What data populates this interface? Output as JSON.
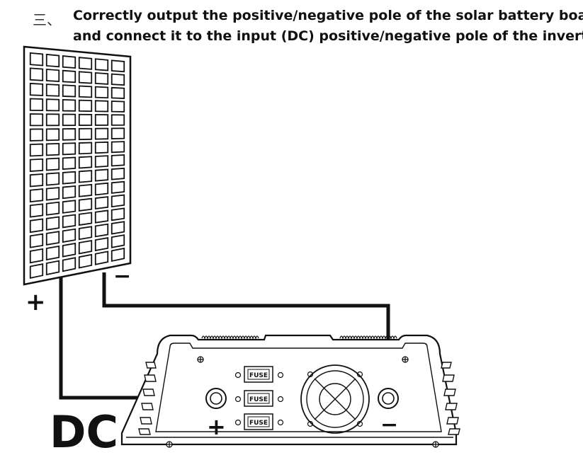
{
  "header": {
    "step_marker": "三、",
    "line1": "Correctly output the positive/negative pole of the solar battery board",
    "line2": "and connect it to the input (DC) positive/negative pole of the inverter"
  },
  "diagram": {
    "panel_plus": "+",
    "panel_minus": "−",
    "dc_label": "DC",
    "inverter_plus": "+",
    "inverter_minus": "−",
    "fuse_labels": [
      "FUSE",
      "FUSE",
      "FUSE"
    ]
  },
  "panel_grid": {
    "rows": 15,
    "cols": 6
  },
  "colors": {
    "line": "#111111",
    "background": "#ffffff"
  }
}
